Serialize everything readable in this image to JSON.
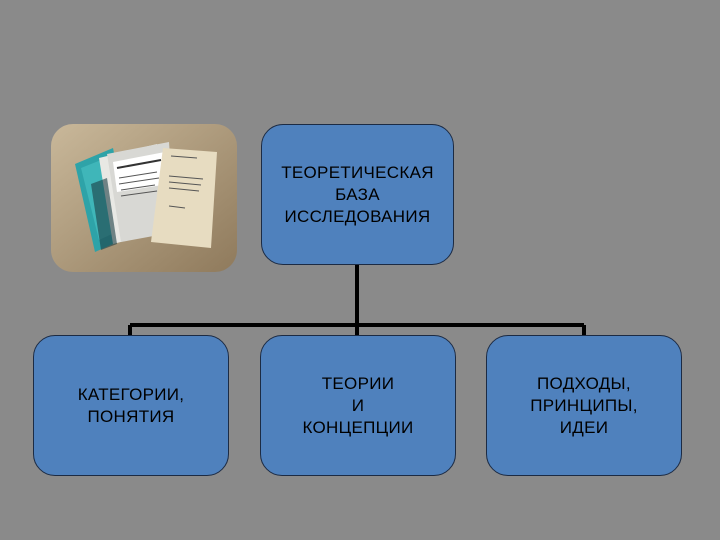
{
  "diagram": {
    "root": {
      "label": "ТЕОРЕТИЧЕСКАЯ\nБАЗА\nИССЛЕДОВАНИЯ"
    },
    "children": [
      {
        "label": "КАТЕГОРИИ,\nПОНЯТИЯ"
      },
      {
        "label": "ТЕОРИИ\nИ\nКОНЦЕПЦИИ"
      },
      {
        "label": "ПОДХОДЫ,\nПРИНЦИПЫ,\nИДЕИ"
      }
    ]
  },
  "photo": {
    "subject": "stack-of-books-photo"
  },
  "colors": {
    "background": "#8a8a8a",
    "box_fill": "#4f81bd",
    "connector": "#000000"
  }
}
